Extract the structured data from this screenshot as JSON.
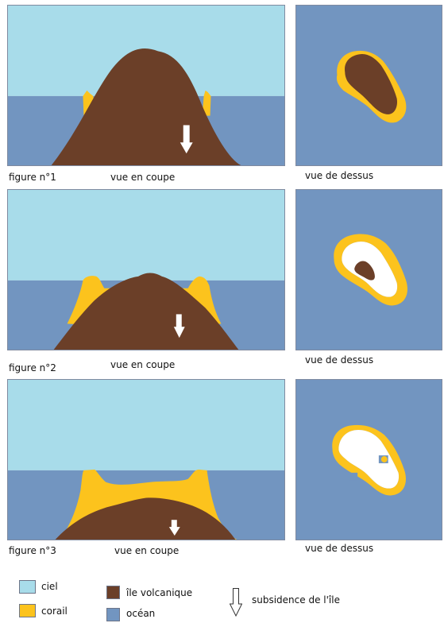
{
  "colors": {
    "ciel": "#a8dcea",
    "ocean": "#7295c0",
    "ile": "#6b3f28",
    "corail": "#fcc31d",
    "arrow": "#ffffff"
  },
  "figures": [
    {
      "label": "figure n°1",
      "section_label": "vue en coupe",
      "top_label": "vue de dessus"
    },
    {
      "label": "figure n°2",
      "section_label": "vue en coupe",
      "top_label": "vue de dessus"
    },
    {
      "label": "figure n°3",
      "section_label": "vue en coupe",
      "top_label": "vue de dessus"
    }
  ],
  "legend": {
    "ciel": "ciel",
    "corail": "corail",
    "ile": "île volcanique",
    "ocean": "océan",
    "subsidence": "subsidence de l'île",
    "subsidence_icon": "hollow-down-arrow-icon"
  }
}
